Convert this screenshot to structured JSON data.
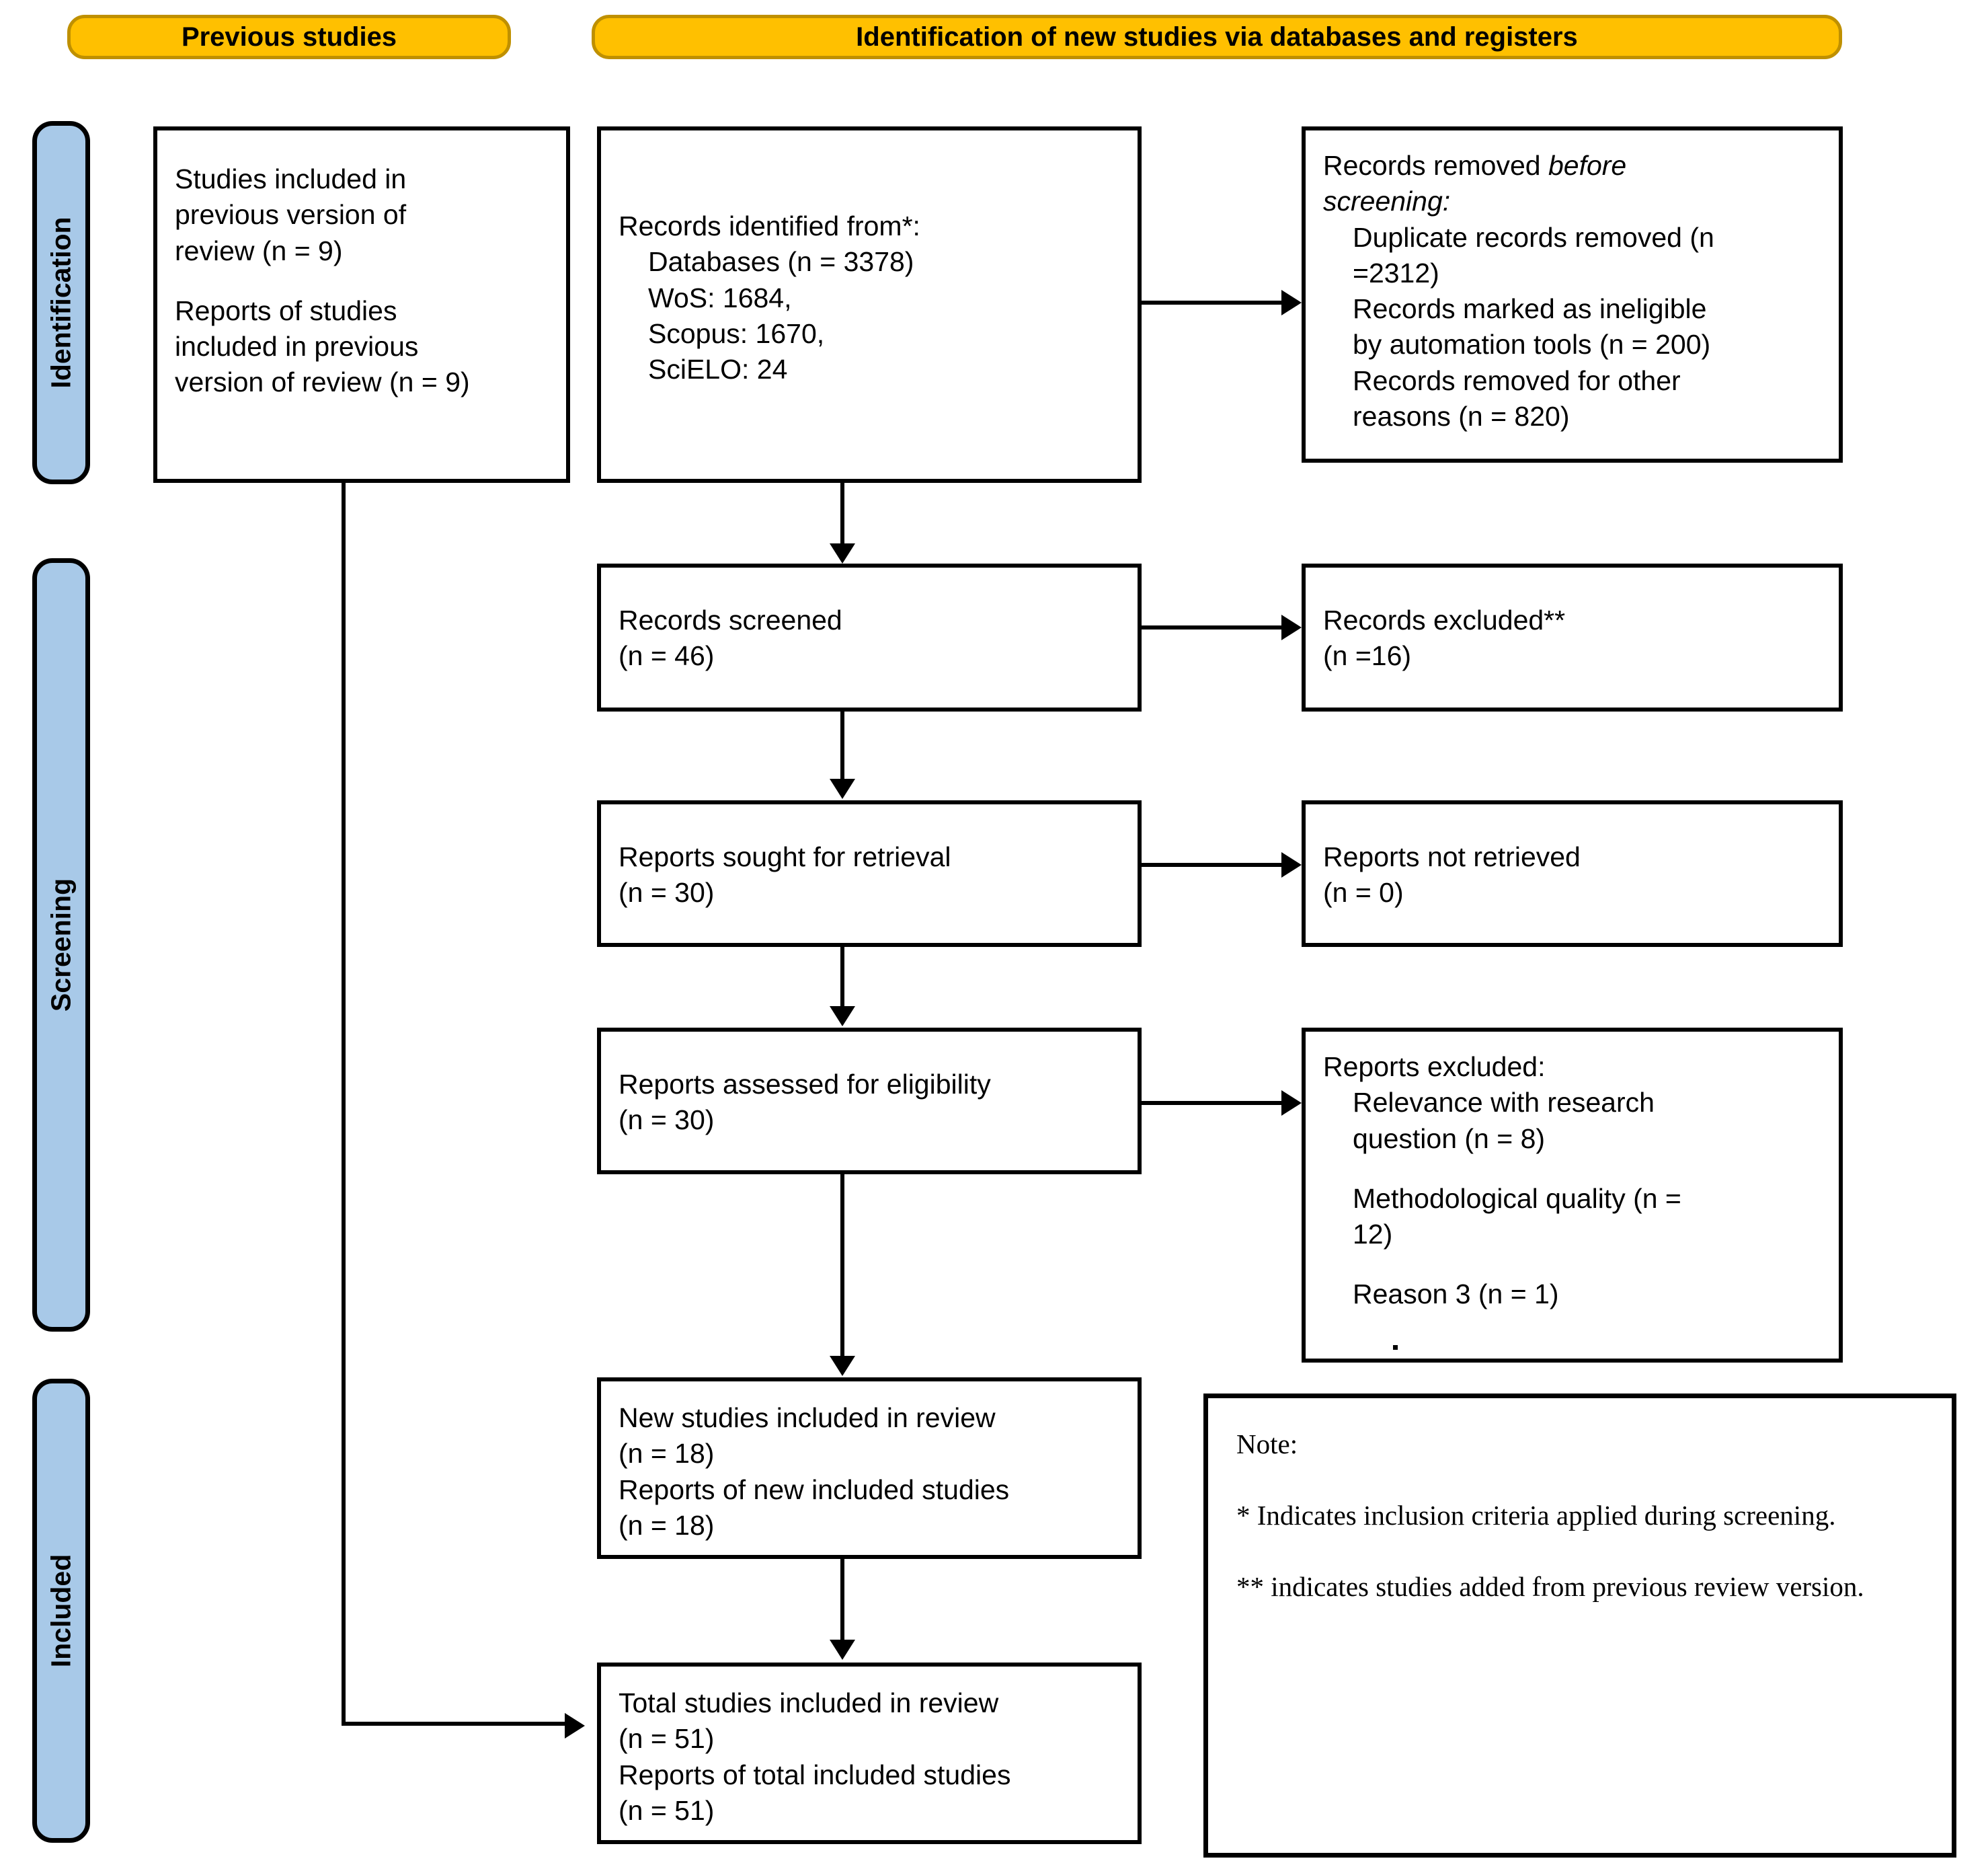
{
  "diagram": {
    "title": "PRISMA 2020 flow diagram for updated systematic reviews",
    "colors": {
      "stage_fill": "#FFC000",
      "stage_border": "#BF9000",
      "phase_fill": "#A8C9E8",
      "box_border": "#000000",
      "text": "#000000",
      "background": "#FFFFFF"
    }
  },
  "stages": {
    "previous": "Previous studies",
    "identification": "Identification of new studies via databases and registers"
  },
  "phases": {
    "identification": "Identification",
    "screening": "Screening",
    "included": "Included"
  },
  "nodes": {
    "previous_studies": {
      "line1": "Studies included in",
      "line2": "previous version of",
      "line3": "review (n = 9)",
      "line4": "Reports of studies",
      "line5": "included in previous",
      "line6": "version of review (n = 9)"
    },
    "records_identified": {
      "line1": "Records identified from*:",
      "line2": "Databases (n = 3378)",
      "line3": "WoS: 1684,",
      "line4": "Scopus: 1670,",
      "line5": "SciELO: 24"
    },
    "records_removed": {
      "line1a": "Records removed ",
      "line1b": "before",
      "line2": "screening:",
      "line3": "Duplicate records removed (n",
      "line4": "=2312)",
      "line5": "Records marked as ineligible",
      "line6": "by automation tools (n = 200)",
      "line7": "Records removed for other",
      "line8": "reasons (n = 820)"
    },
    "records_screened": {
      "line1": "Records screened",
      "line2": "(n = 46)"
    },
    "records_excluded": {
      "line1": "Records excluded**",
      "line2": "(n =16)"
    },
    "reports_sought": {
      "line1": "Reports sought for retrieval",
      "line2": "(n = 30)"
    },
    "reports_not_retrieved": {
      "line1": "Reports not retrieved",
      "line2": "(n = 0)"
    },
    "reports_assessed": {
      "line1": "Reports assessed for eligibility",
      "line2": "(n = 30)"
    },
    "reports_excluded": {
      "line1": "Reports excluded:",
      "line2": "Relevance with research",
      "line3": "question (n = 8)",
      "line4": "Methodological quality (n =",
      "line5": "12)",
      "line6": "Reason 3 (n = 1)"
    },
    "new_studies_included": {
      "line1": "New studies included in review",
      "line2": "(n = 18)",
      "line3": "Reports of new included studies",
      "line4": "(n = 18)"
    },
    "total_studies_included": {
      "line1": "Total studies included in review",
      "line2": "(n = 51)",
      "line3": "Reports of total included studies",
      "line4": "(n = 51)"
    }
  },
  "note": {
    "heading": "Note:",
    "line1": "*  Indicates  inclusion  criteria  applied  during  screening.",
    "line2": "** indicates studies added from previous review version."
  }
}
